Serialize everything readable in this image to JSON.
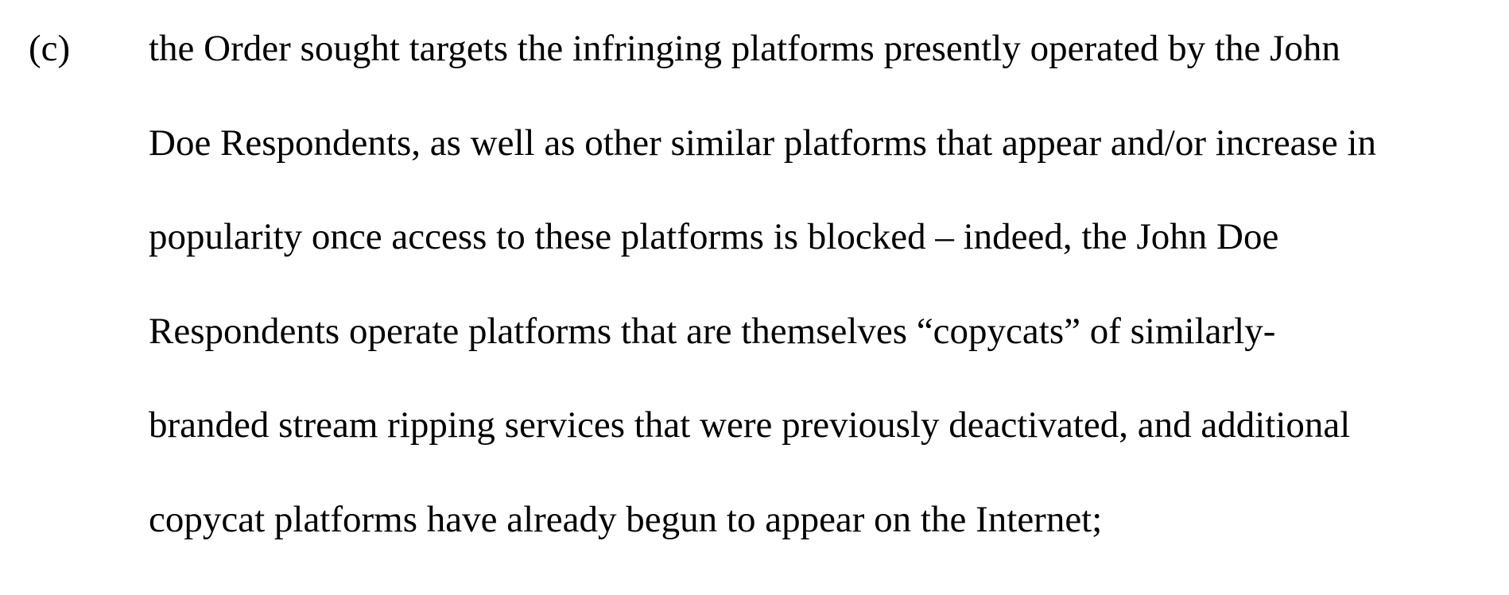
{
  "document": {
    "item": {
      "marker": "(c)",
      "lines": [
        "the Order sought targets the infringing platforms presently operated by the John",
        "Doe Respondents, as well as other similar platforms that appear and/or increase in",
        "popularity once access to these platforms is blocked – indeed, the John Doe",
        "Respondents operate platforms that are themselves “copycats” of similarly-",
        "branded stream ripping services that were previously deactivated, and additional",
        "copycat platforms have already begun to appear on the Internet;"
      ]
    }
  }
}
